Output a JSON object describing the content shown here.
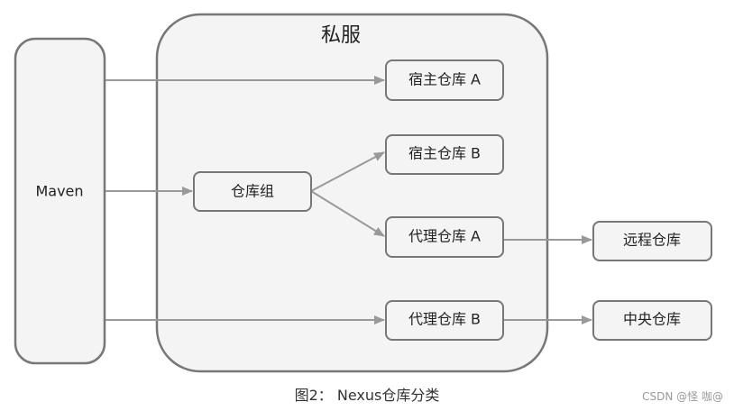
{
  "diagram": {
    "title": "私服",
    "client": "Maven",
    "group": "仓库组",
    "hosted_a": "宿主仓库 A",
    "hosted_b": "宿主仓库 B",
    "proxy_a": "代理仓库 A",
    "proxy_b": "代理仓库 B",
    "remote": "远程仓库",
    "central": "中央仓库"
  },
  "caption": "图2： Nexus仓库分类",
  "watermark": "CSDN @怪 咖@",
  "colors": {
    "box_fill": "#f4f4f4",
    "box_stroke": "#777777",
    "arrow": "#999999"
  }
}
